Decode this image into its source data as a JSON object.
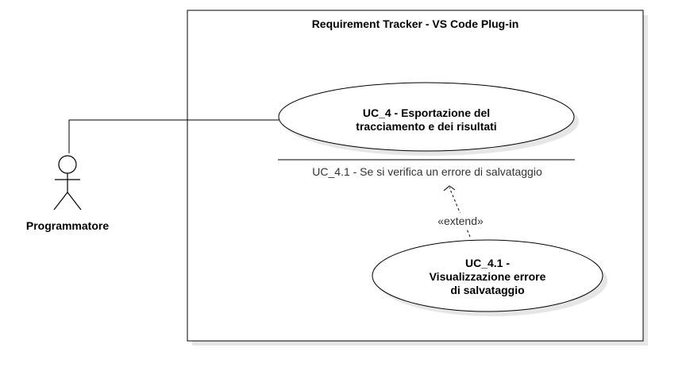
{
  "system": {
    "title": "Requirement Tracker - VS Code Plug-in"
  },
  "actor": {
    "name": "Programmatore"
  },
  "use_cases": {
    "uc4": {
      "line1": "UC_4 - Esportazione del",
      "line2": "tracciamento e dei risultati"
    },
    "uc41": {
      "line1": "UC_4.1 -",
      "line2": "Visualizzazione errore",
      "line3": "di salvataggio"
    }
  },
  "extension_point": {
    "text": "UC_4.1 - Se si verifica un errore di salvataggio"
  },
  "relationship": {
    "stereotype": "«extend»"
  },
  "colors": {
    "stroke": "#000000",
    "shadow": "#e6e6e6",
    "text": "#000000",
    "secondary_text": "#333333",
    "fill": "#ffffff"
  }
}
